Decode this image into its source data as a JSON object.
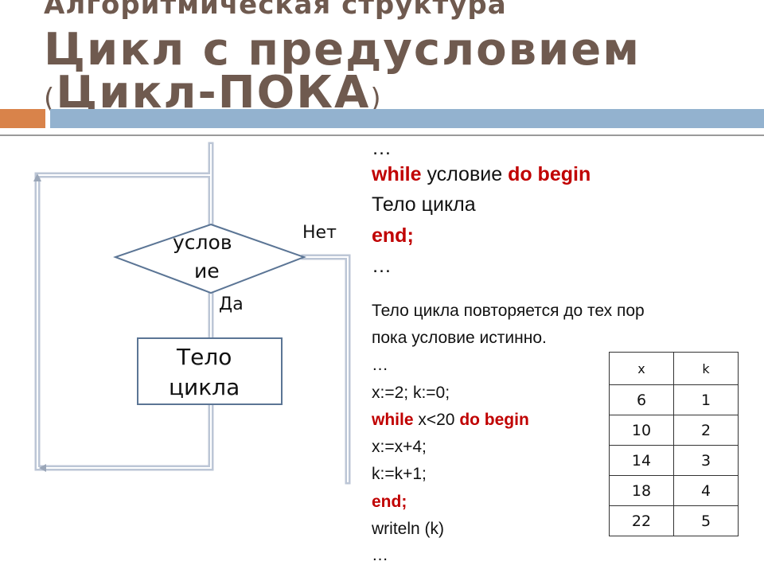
{
  "header": {
    "line1": "Алгоритмическая структура",
    "line2": "Цикл с предусловием",
    "line3_open": "(",
    "line3_text": "Цикл-ПОКА",
    "line3_close": ")"
  },
  "flowchart": {
    "condition_line1": "услов",
    "condition_line2": "ие",
    "no_label": "Нет",
    "yes_label": "Да",
    "body_line1": "Тело",
    "body_line2": "цикла"
  },
  "code_top": {
    "ellipsis1": "…",
    "while_kw": "while",
    "condition": " условие ",
    "do_begin_kw": "do begin",
    "body": "Тело цикла",
    "end_kw": "end;",
    "ellipsis2": "…"
  },
  "description": {
    "line1": "Тело цикла повторяется до тех пор",
    "line2": "пока условие истинно."
  },
  "code_example": {
    "ellipsis1": "…",
    "init": "x:=2; k:=0;",
    "while_kw": "while",
    "cond": " x<20 ",
    "do_begin_kw": "do begin",
    "stmt1": "x:=x+4;",
    "stmt2": "k:=k+1;",
    "end_kw": "end;",
    "writeln": "writeln (k)",
    "ellipsis2": "…"
  },
  "trace_table": {
    "headers": [
      "x",
      "k"
    ],
    "rows": [
      [
        "6",
        "1"
      ],
      [
        "10",
        "2"
      ],
      [
        "14",
        "3"
      ],
      [
        "18",
        "4"
      ],
      [
        "22",
        "5"
      ]
    ]
  }
}
